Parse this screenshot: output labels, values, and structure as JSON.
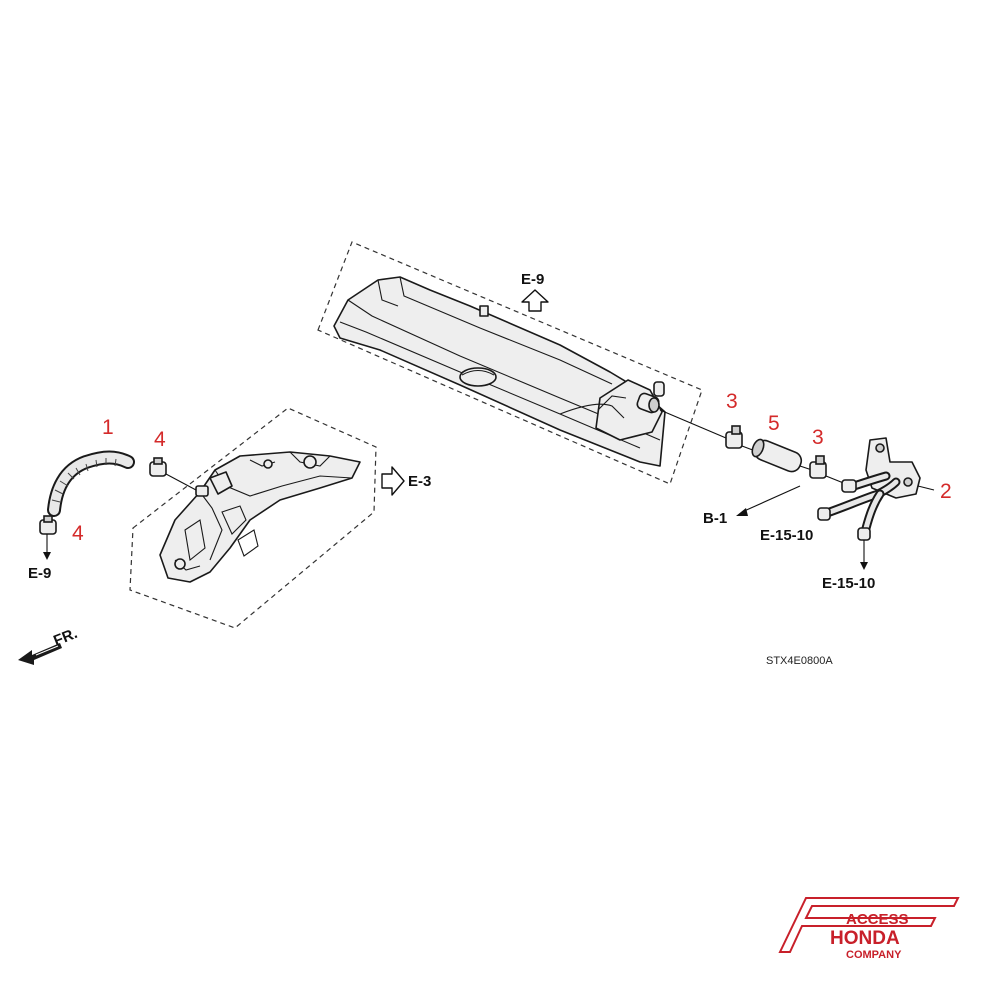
{
  "diagram": {
    "callouts": {
      "c1": "1",
      "c2": "2",
      "c3a": "3",
      "c3b": "3",
      "c4a": "4",
      "c4b": "4",
      "c5": "5"
    },
    "references": {
      "e9_top": "E-9",
      "e3": "E-3",
      "e9_left": "E-9",
      "b1": "B-1",
      "e1510_a": "E-15-10",
      "e1510_b": "E-15-10"
    },
    "front_label": "FR.",
    "diagram_code": "STX4E0800A",
    "callout_color": "#d42a2a"
  },
  "logo": {
    "line1": "ACCESS",
    "line2": "HONDA",
    "line3": "COMPANY",
    "color": "#c8202a"
  }
}
